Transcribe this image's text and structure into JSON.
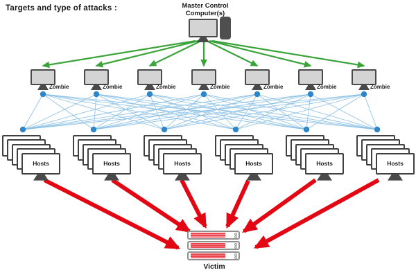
{
  "title": "Targets and type of attacks :",
  "master": {
    "label": "Master Control Computer(s)"
  },
  "zombies": [
    "Zombie",
    "Zombie",
    "Zombie",
    "Zombie",
    "Zombie",
    "Zombie",
    "Zombie"
  ],
  "hosts": [
    "Hosts",
    "Hosts",
    "Hosts",
    "Hosts",
    "Hosts",
    "Hosts"
  ],
  "victim": {
    "label": "Victim",
    "server_units": 3
  },
  "colors": {
    "text_color": "#1a1a1a",
    "control_arrow_green": "#3aa33a",
    "attack_arrow_red": "#e30613",
    "network_line_blue": "#85bde4",
    "network_node_blue": "#2e86c8",
    "monitor_fill": "#d4d4d4",
    "monitor_border": "#4a4a4a",
    "tower_fill": "#4f4f4f",
    "host_fill": "#ffffff",
    "host_border": "#404040",
    "server_border": "#8f8f8f",
    "server_panel": "#e84750",
    "server_stripe": "#f7929b"
  }
}
